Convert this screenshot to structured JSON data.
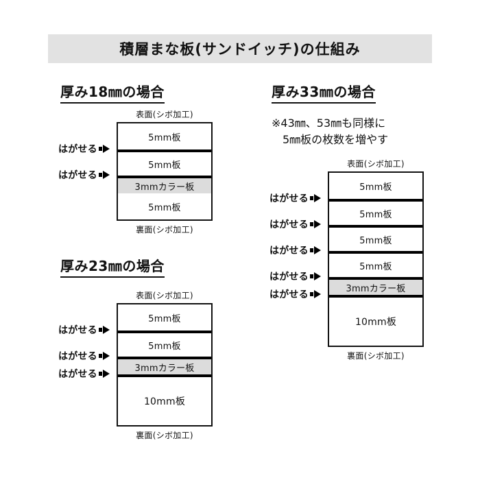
{
  "title": {
    "text": "積層まな板(サンドイッチ)の仕組み"
  },
  "labels": {
    "top_face": "表面(シボ加工)",
    "bottom_face": "裏面(シボ加工)",
    "peelable": "はがせる"
  },
  "colors": {
    "title_band": "#e2e2e2",
    "color_layer": "#dcdcdc",
    "line": "#111111",
    "peel_divider": "#000000",
    "background": "#ffffff"
  },
  "sections": [
    {
      "id": "thickness-18",
      "heading": "厚み18㎜の場合",
      "layers": [
        {
          "label": "5mm板",
          "type": "plain",
          "peelable_above": false,
          "height": 38
        },
        {
          "label": "5mm板",
          "type": "plain",
          "peelable_above": true,
          "height": 38
        },
        {
          "label": "3mmカラー板",
          "type": "color",
          "peelable_above": true,
          "height": 26
        },
        {
          "label": "5mm板",
          "type": "plain",
          "peelable_above": false,
          "height": 38
        }
      ]
    },
    {
      "id": "thickness-23",
      "heading": "厚み23㎜の場合",
      "layers": [
        {
          "label": "5mm板",
          "type": "plain",
          "peelable_above": false,
          "height": 38
        },
        {
          "label": "5mm板",
          "type": "plain",
          "peelable_above": true,
          "height": 38
        },
        {
          "label": "3mmカラー板",
          "type": "color",
          "peelable_above": true,
          "height": 26
        },
        {
          "label": "10mm板",
          "type": "plain",
          "peelable_above": true,
          "height": 74
        }
      ]
    },
    {
      "id": "thickness-33",
      "heading": "厚み33㎜の場合",
      "note_line_1": "※43㎜、53㎜も同様に",
      "note_line_2": "5㎜板の枚数を増やす",
      "layers": [
        {
          "label": "5mm板",
          "type": "plain",
          "peelable_above": false,
          "height": 38
        },
        {
          "label": "5mm板",
          "type": "plain",
          "peelable_above": true,
          "height": 38
        },
        {
          "label": "5mm板",
          "type": "plain",
          "peelable_above": true,
          "height": 38
        },
        {
          "label": "5mm板",
          "type": "plain",
          "peelable_above": true,
          "height": 38
        },
        {
          "label": "3mmカラー板",
          "type": "color",
          "peelable_above": true,
          "height": 26
        },
        {
          "label": "10mm板",
          "type": "plain",
          "peelable_above": true,
          "height": 74
        }
      ]
    }
  ]
}
